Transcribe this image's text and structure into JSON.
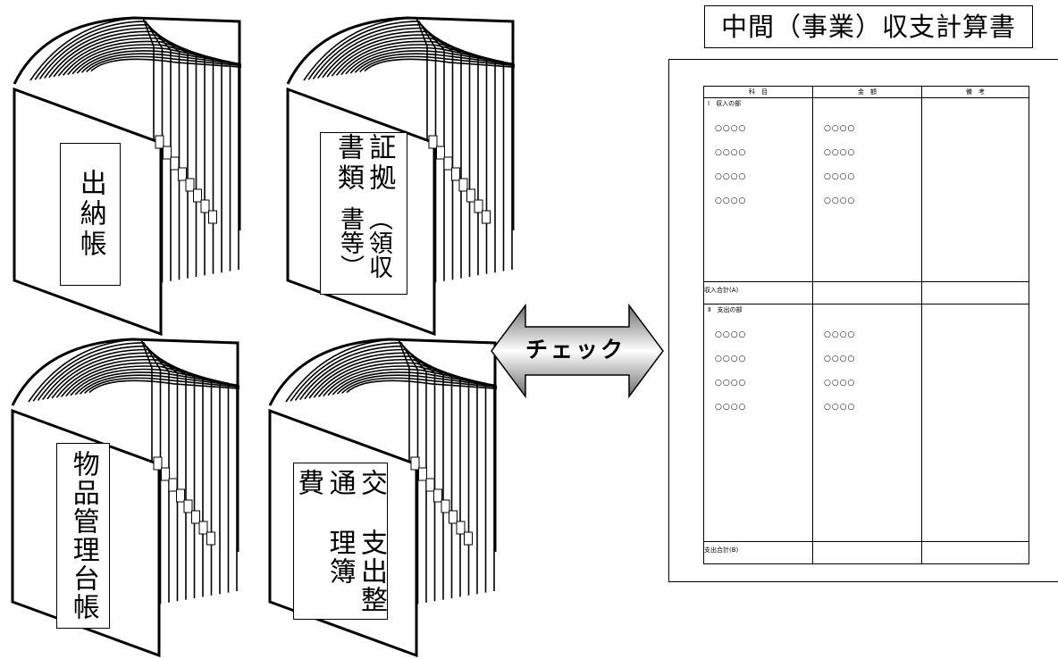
{
  "books": [
    {
      "label_lines": [
        "出",
        "納",
        "帳"
      ]
    },
    {
      "label_lines": [
        "証 拠 書 類",
        "（領収書等）"
      ]
    },
    {
      "label_lines": [
        "物",
        "品",
        "管",
        "理",
        "台",
        "帳"
      ]
    },
    {
      "label_lines": [
        "交通費",
        "支出整理簿"
      ]
    }
  ],
  "book_labels": {
    "b1": "出納帳",
    "b2a": "証拠書類",
    "b2b": "（領収書等）",
    "b3": "物品管理台帳",
    "b4a": "交通費",
    "b4b": "支出整理簿"
  },
  "arrow_label": "チェック",
  "document": {
    "title": "中間（事業）収支計算書",
    "headers": {
      "subject": "科　目",
      "amount": "金　額",
      "remarks": "備　考"
    },
    "income_section": "Ⅰ　収入の部",
    "income_items": [
      {
        "subject": "○○○○",
        "amount": "○○○○"
      },
      {
        "subject": "○○○○",
        "amount": "○○○○"
      },
      {
        "subject": "○○○○",
        "amount": "○○○○"
      },
      {
        "subject": "○○○○",
        "amount": "○○○○"
      }
    ],
    "income_total": "収入合計(A)",
    "expense_section": "Ⅱ　支出の部",
    "expense_items": [
      {
        "subject": "○○○○",
        "amount": "○○○○"
      },
      {
        "subject": "○○○○",
        "amount": "○○○○"
      },
      {
        "subject": "○○○○",
        "amount": "○○○○"
      },
      {
        "subject": "○○○○",
        "amount": "○○○○"
      }
    ],
    "expense_total": "支出合計(B)"
  }
}
